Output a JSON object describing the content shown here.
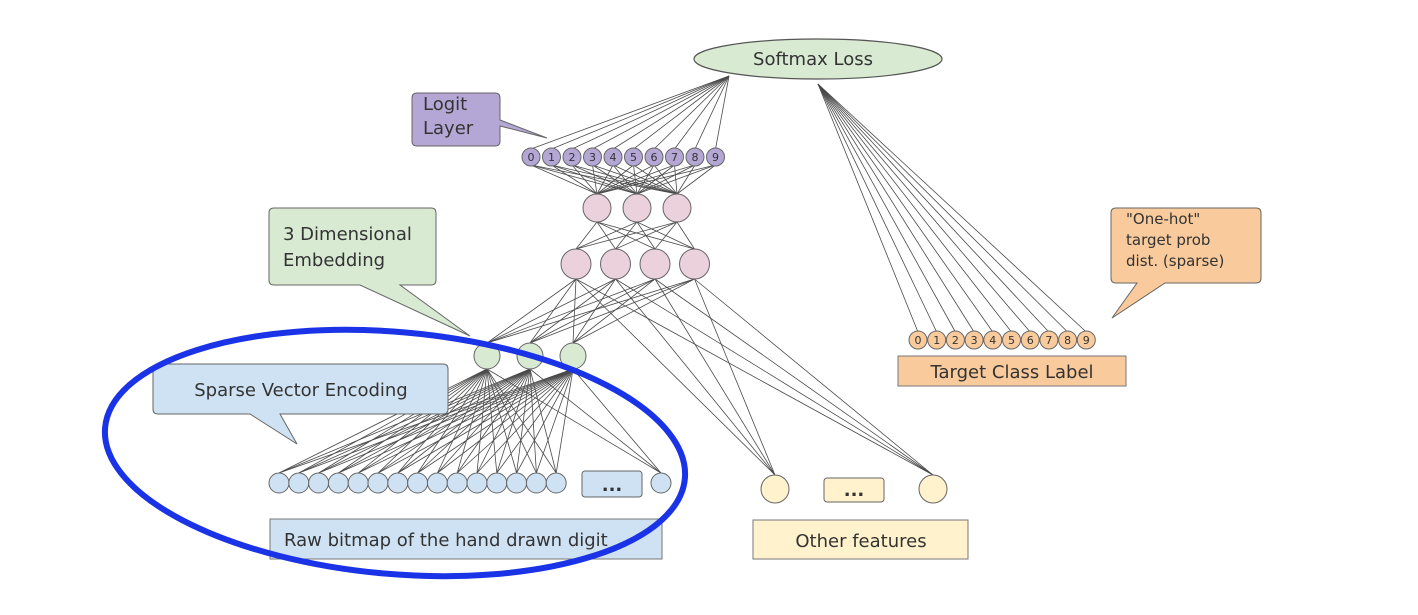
{
  "softmax_loss": {
    "label": "Softmax Loss",
    "fill": "#d9ead3",
    "stroke": "#555555"
  },
  "logit_layer": {
    "callout_label_lines": [
      "Logit",
      "Layer"
    ],
    "callout_fill": "#b4a7d6",
    "node_fill": "#b4a7d6",
    "nodes": [
      "0",
      "1",
      "2",
      "3",
      "4",
      "5",
      "6",
      "7",
      "8",
      "9"
    ]
  },
  "hidden_layer_1": {
    "node_count": 3,
    "fill": "#ead1dc"
  },
  "hidden_layer_2": {
    "node_count": 4,
    "fill": "#ead1dc"
  },
  "embedding": {
    "callout_label_lines": [
      "3 Dimensional",
      "Embedding"
    ],
    "fill": "#d9ead3",
    "node_count": 3
  },
  "sparse_vector": {
    "callout_label": "Sparse Vector Encoding",
    "fill": "#cfe2f3",
    "input_node_count": 15,
    "ellipsis": "...",
    "caption": "Raw bitmap of the hand drawn digit",
    "highlight_color": "#1a33e6"
  },
  "other_features": {
    "ellipsis": "...",
    "caption": "Other features",
    "fill": "#fff2cc"
  },
  "target": {
    "callout_label_lines": [
      "\"One-hot\"",
      "target prob",
      "dist. (sparse)"
    ],
    "callout_fill": "#f9cb9c",
    "nodes": [
      "0",
      "1",
      "2",
      "3",
      "4",
      "5",
      "6",
      "7",
      "8",
      "9"
    ],
    "caption": "Target Class Label",
    "fill": "#f9cb9c"
  },
  "colors": {
    "line": "#4a4a4a",
    "stroke": "#666666"
  }
}
